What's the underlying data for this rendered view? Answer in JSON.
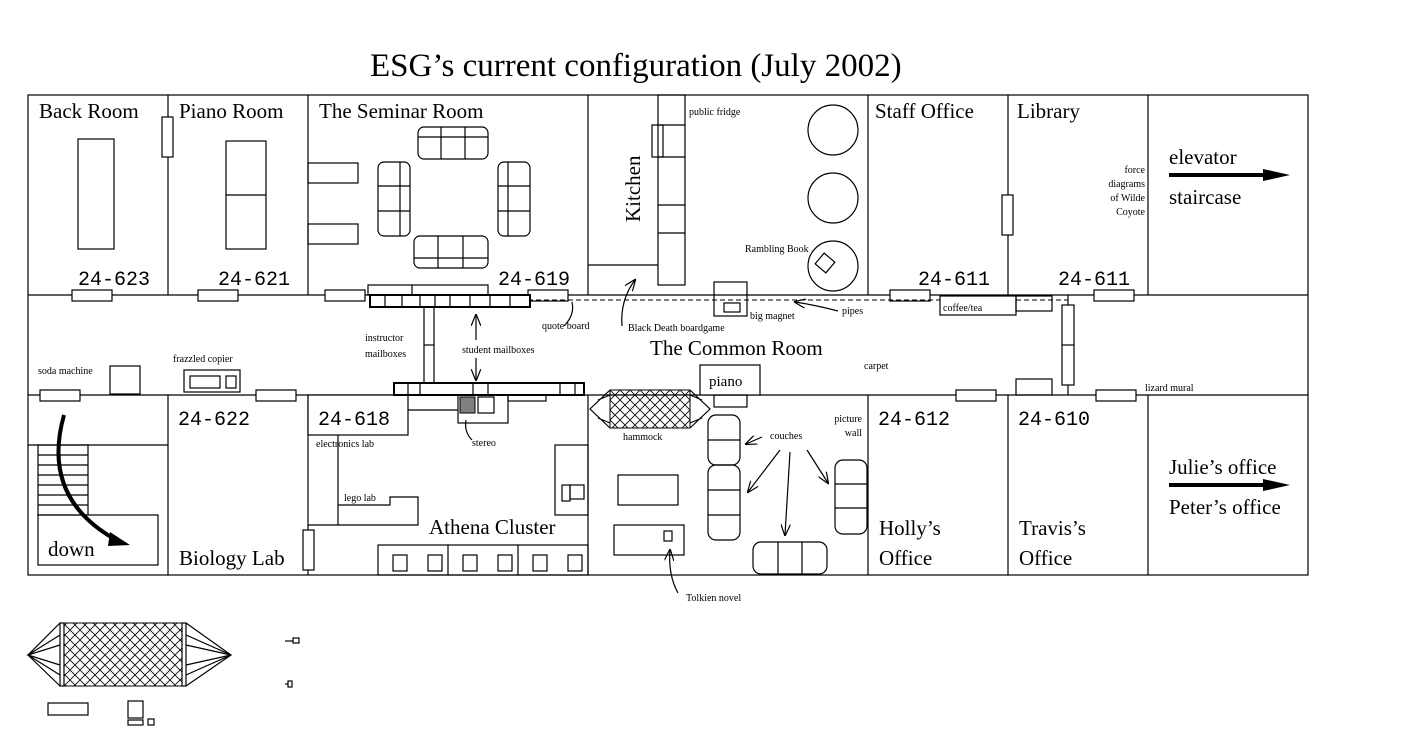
{
  "title": "ESG’s current configuration (July 2002)",
  "rooms": {
    "back_room": {
      "name": "Back Room",
      "number": "24-623"
    },
    "piano_room": {
      "name": "Piano Room",
      "number": "24-621"
    },
    "seminar_room": {
      "name": "The Seminar Room",
      "number": "24-619"
    },
    "kitchen": {
      "name": "Kitchen"
    },
    "staff_office": {
      "name": "Staff Office",
      "number": "24-611"
    },
    "library": {
      "name": "Library",
      "number": "24-611"
    },
    "common_room": {
      "name": "The Common Room"
    },
    "biology_lab": {
      "name": "Biology Lab",
      "number": "24-622"
    },
    "electronics": {
      "number": "24-618"
    },
    "athena": {
      "name": "Athena Cluster"
    },
    "holly": {
      "name_line1": "Holly’s",
      "name_line2": "Office",
      "number": "24-612"
    },
    "travis": {
      "name_line1": "Travis’s",
      "name_line2": "Office",
      "number": "24-610"
    }
  },
  "labels": {
    "elevator": "elevator",
    "staircase": "staircase",
    "julies_office": "Julie’s office",
    "peters_office": "Peter’s office",
    "down": "down",
    "public_fridge": "public fridge",
    "rambling_book": "Rambling Book",
    "force_diagrams": [
      "force",
      "diagrams",
      "of Wilde",
      "Coyote"
    ],
    "quote_board": "quote board",
    "black_death": "Black Death boardgame",
    "big_magnet": "big magnet",
    "pipes": "pipes",
    "coffee_tea": "coffee/tea",
    "instructor_mailboxes": [
      "instructor",
      "mailboxes"
    ],
    "student_mailboxes": "student mailboxes",
    "soda_machine": "soda machine",
    "frazzled_copier": "frazzled copier",
    "piano": "piano",
    "carpet": "carpet",
    "lizard_mural": "lizard mural",
    "hammock": "hammock",
    "couches": "couches",
    "picture_wall": [
      "picture",
      "wall"
    ],
    "stereo": "stereo",
    "electronics_lab": "electronics lab",
    "lego_lab": "lego lab",
    "tolkien_novel": "Tolkien novel"
  }
}
